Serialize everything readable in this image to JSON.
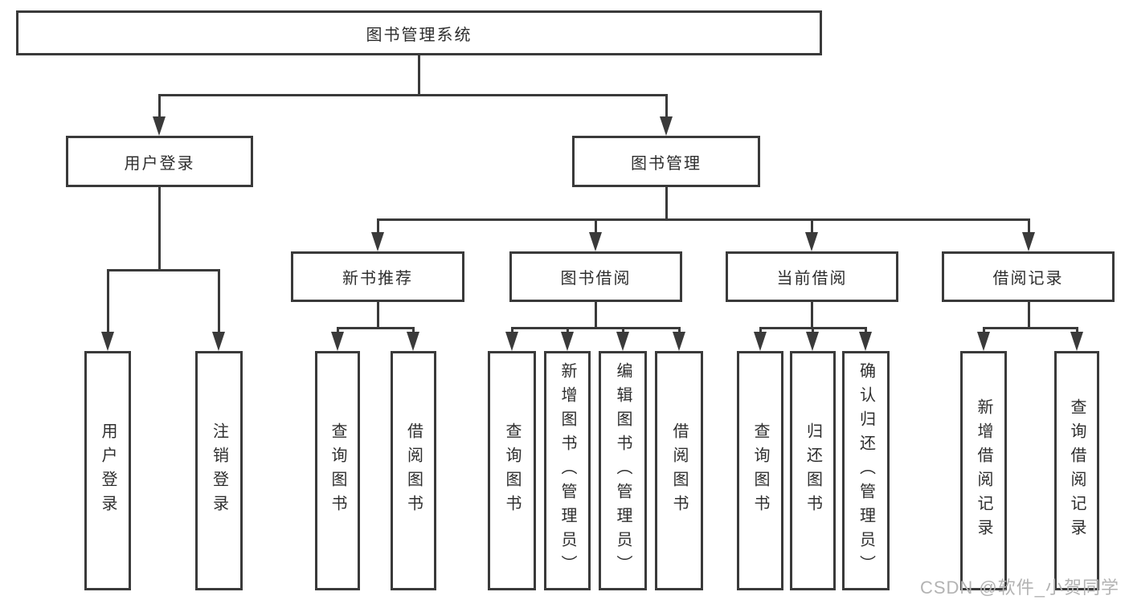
{
  "diagram_type": "hierarchy-tree",
  "colors": {
    "line": "#3a3a3a",
    "text": "#2e2e2e",
    "box_background": "#ffffff",
    "watermark": "#b3b3b3"
  },
  "tree": {
    "label": "图书管理系统",
    "children": [
      {
        "label": "用户登录",
        "children": [
          {
            "label": "用户登录"
          },
          {
            "label": "注销登录"
          }
        ]
      },
      {
        "label": "图书管理",
        "children": [
          {
            "label": "新书推荐",
            "children": [
              {
                "label": "查询图书"
              },
              {
                "label": "借阅图书"
              }
            ]
          },
          {
            "label": "图书借阅",
            "children": [
              {
                "label": "查询图书"
              },
              {
                "label": "新增图书（管理员）"
              },
              {
                "label": "编辑图书（管理员）"
              },
              {
                "label": "借阅图书"
              }
            ]
          },
          {
            "label": "当前借阅",
            "children": [
              {
                "label": "查询图书"
              },
              {
                "label": "归还图书"
              },
              {
                "label": "确认归还（管理员）"
              }
            ]
          },
          {
            "label": "借阅记录",
            "children": [
              {
                "label": "新增借阅记录"
              },
              {
                "label": "查询借阅记录"
              }
            ]
          }
        ]
      }
    ]
  },
  "watermark": {
    "text": "CSDN @软件_小贺同学"
  }
}
